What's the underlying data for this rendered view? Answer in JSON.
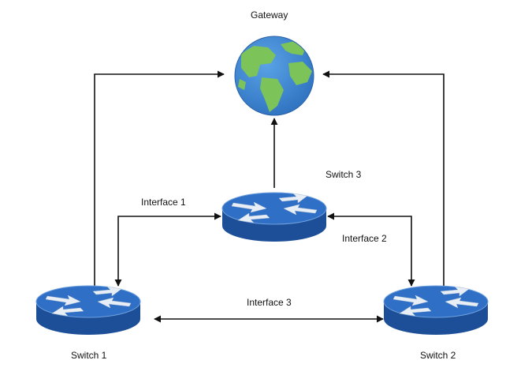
{
  "nodes": {
    "gateway": {
      "label": "Gateway"
    },
    "switch1": {
      "label": "Switch 1"
    },
    "switch2": {
      "label": "Switch 2"
    },
    "switch3": {
      "label": "Switch 3"
    }
  },
  "links": {
    "interface1": {
      "label": "Interface 1"
    },
    "interface2": {
      "label": "Interface 2"
    },
    "interface3": {
      "label": "Interface 3"
    }
  },
  "colors": {
    "ocean": "#3c86cf",
    "land": "#7cc35a",
    "router_top": "#2f6fc6",
    "router_side": "#1d4f99",
    "line": "#111111"
  },
  "icons": {
    "gateway": "globe-icon",
    "switch": "router-icon"
  }
}
